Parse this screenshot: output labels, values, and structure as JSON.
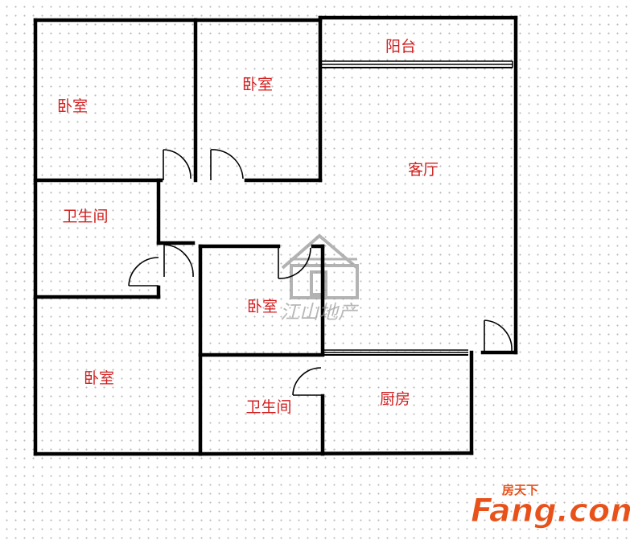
{
  "colors": {
    "wall": "#000000",
    "label": "#d21f1f",
    "watermark": "#9a9a9a",
    "logo_orange": "#e8521a",
    "logo_gray": "#8a8a8a"
  },
  "rooms": {
    "bedroom_top_left": "卧室",
    "bedroom_top_middle": "卧室",
    "balcony": "阳台",
    "living_room": "客厅",
    "bathroom_left": "卫生间",
    "bedroom_center": "卧室",
    "bedroom_bottom_left": "卧室",
    "bathroom_center": "卫生间",
    "kitchen": "厨房"
  },
  "watermark": {
    "text": "江山地产"
  },
  "logo": {
    "chinese": "房天下",
    "brand": "Fang.com"
  }
}
